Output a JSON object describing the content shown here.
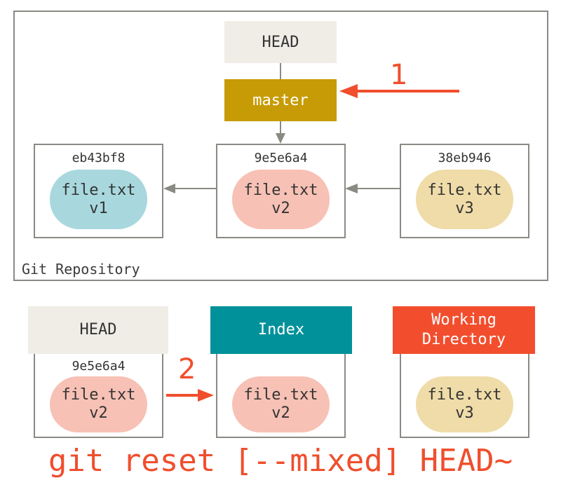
{
  "repository": {
    "label": "Git Repository",
    "head_label": "HEAD",
    "branch_label": "master",
    "step1_label": "1",
    "commits": [
      {
        "hash": "eb43bf8",
        "file": "file.txt",
        "version": "v1",
        "color": "#a8d8de"
      },
      {
        "hash": "9e5e6a4",
        "file": "file.txt",
        "version": "v2",
        "color": "#f7c1b5"
      },
      {
        "hash": "38eb946",
        "file": "file.txt",
        "version": "v3",
        "color": "#efdca8"
      }
    ]
  },
  "trees": {
    "step2_label": "2",
    "head": {
      "title": "HEAD",
      "hash": "9e5e6a4",
      "file": "file.txt",
      "version": "v2"
    },
    "index": {
      "title": "Index",
      "file": "file.txt",
      "version": "v2"
    },
    "working_directory": {
      "title_line1": "Working",
      "title_line2": "Directory",
      "file": "file.txt",
      "version": "v3"
    }
  },
  "command": "git reset [--mixed] HEAD~",
  "colors": {
    "branch": "#c79b05",
    "index": "#00919a",
    "working_directory": "#f24e2e",
    "accent_red": "#f04e2d",
    "head_bg": "#efede6",
    "border": "#8a8a84"
  }
}
